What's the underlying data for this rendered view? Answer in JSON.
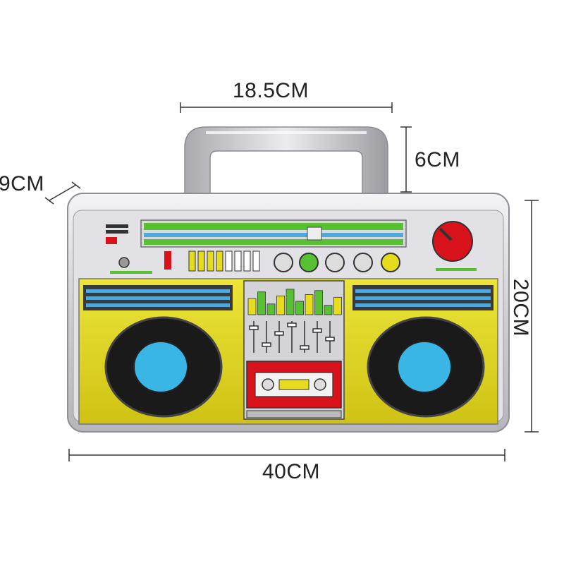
{
  "dimensions": {
    "width_label": "40CM",
    "height_label": "20CM",
    "depth_label": "9CM",
    "handle_width_label": "18.5CM",
    "handle_height_label": "6CM"
  },
  "product": {
    "name": "",
    "colors": {
      "silver": "#d8d8dc",
      "yellow": "#e6dc1e",
      "speaker_black": "#1a1a1a",
      "speaker_center": "#39b6e6",
      "knob_red": "#d8121a",
      "green": "#57c133",
      "blue_stripe": "#4fa7dc"
    },
    "eq_levels": [
      0.6,
      0.85,
      0.4,
      0.7,
      0.95,
      0.5,
      0.75,
      0.9,
      0.35,
      0.65
    ]
  }
}
